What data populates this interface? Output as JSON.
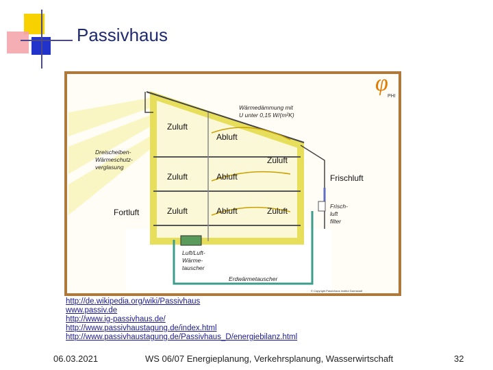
{
  "slide": {
    "title": "Passivhaus",
    "date": "06.03.2021",
    "footer_text": "WS 06/07 Energieplanung, Verkehrsplanung, Wasserwirtschaft",
    "page_number": "32"
  },
  "diagram": {
    "logo_symbol": "φ",
    "logo_text": "PHI",
    "labels": {
      "daemmung_1": "Wärmedämmung mit",
      "daemmung_2": "U unter 0,15 W/(m²K)",
      "zuluft": "Zuluft",
      "abluft": "Abluft",
      "fortluft": "Fortluft",
      "frischluft": "Frischluft",
      "verglasung_1": "Dreischeiben-",
      "verglasung_2": "Wärmeschutz-",
      "verglasung_3": "verglasung",
      "filter_1": "Frisch-",
      "filter_2": "luft",
      "filter_3": "filter",
      "waerme_1": "Luft/Luft-",
      "waerme_2": "Wärme-",
      "waerme_3": "tauscher",
      "erd": "Erdwärmetauscher",
      "copyright": "© Copyright Passivhaus Institut Darmstadt"
    }
  },
  "links": [
    "http://de.wikipedia.org/wiki/Passivhaus",
    "www.passiv.de",
    "http://www.ig-passivhaus.de/",
    "http://www.passivhaustagung.de/index.html",
    "http://www.passivhaustagung.de/Passivhaus_D/energiebilanz.html"
  ],
  "colors": {
    "title": "#1f2b6e",
    "accent_yellow": "#f7d200",
    "accent_blue": "#2233cc",
    "accent_red": "#ee2222",
    "frame_brown": "#b0793c",
    "insulation": "#f2ef7a",
    "duct_teal": "#3c9c8c",
    "logo": "#e07b00"
  }
}
